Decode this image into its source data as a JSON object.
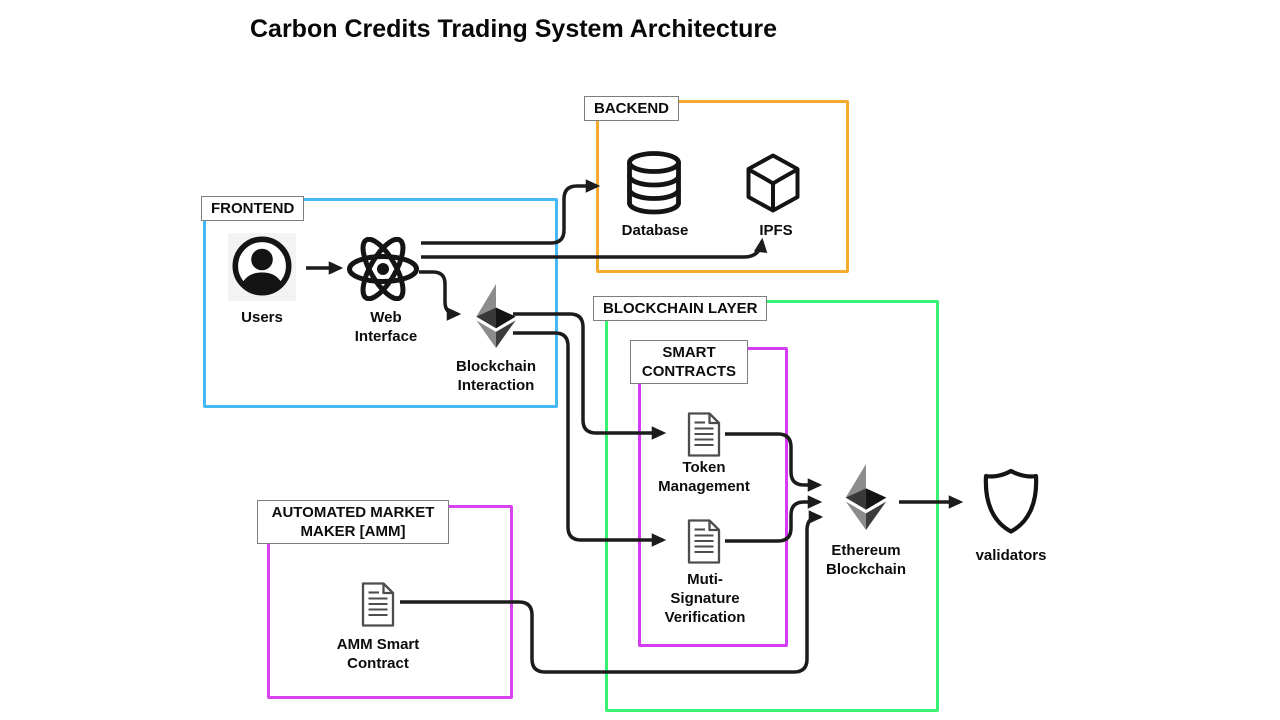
{
  "title": "Carbon Credits Trading System Architecture",
  "colors": {
    "frontend_border": "#45b9f6",
    "backend_border": "#f5ab2e",
    "blockchain_border": "#38f273",
    "contracts_border": "#d43bf2",
    "amm_border": "#d843f0",
    "edge": "#1c1c1c"
  },
  "groups": {
    "frontend": {
      "label": "FRONTEND"
    },
    "backend": {
      "label": "BACKEND"
    },
    "blockchain_layer": {
      "label": "BLOCKCHAIN LAYER"
    },
    "smart_contracts": {
      "label": "SMART\nCONTRACTS"
    },
    "amm": {
      "label": "AUTOMATED MARKET\nMAKER [AMM]"
    }
  },
  "nodes": {
    "users": {
      "label": "Users",
      "icon": "user-avatar-icon"
    },
    "web_interface": {
      "label": "Web\nInterface",
      "icon": "react-atom-icon"
    },
    "blockchain_interaction": {
      "label": "Blockchain\nInteraction",
      "icon": "ethereum-icon"
    },
    "database": {
      "label": "Database",
      "icon": "database-cylinder-icon"
    },
    "ipfs": {
      "label": "IPFS",
      "icon": "cube-icon"
    },
    "token_management": {
      "label": "Token\nManagement",
      "icon": "document-icon"
    },
    "muti_signature": {
      "label": "Muti-\nSignature\nVerification",
      "icon": "document-icon"
    },
    "amm_contract": {
      "label": "AMM Smart\nContract",
      "icon": "document-icon"
    },
    "ethereum_blockchain": {
      "label": "Ethereum\nBlockchain",
      "icon": "ethereum-icon"
    },
    "validators": {
      "label": "validators",
      "icon": "shield-icon"
    }
  },
  "edges": [
    {
      "from": "users",
      "to": "web-interface"
    },
    {
      "from": "web-interface",
      "to": "database"
    },
    {
      "from": "web-interface",
      "to": "ipfs"
    },
    {
      "from": "web-interface",
      "to": "blockchain-interaction"
    },
    {
      "from": "blockchain-interaction",
      "to": "token-management"
    },
    {
      "from": "blockchain-interaction",
      "to": "muti-signature-verification"
    },
    {
      "from": "token-management",
      "to": "ethereum-blockchain"
    },
    {
      "from": "muti-signature-verification",
      "to": "ethereum-blockchain"
    },
    {
      "from": "amm-smart-contract",
      "to": "ethereum-blockchain"
    },
    {
      "from": "ethereum-blockchain",
      "to": "validators"
    }
  ]
}
